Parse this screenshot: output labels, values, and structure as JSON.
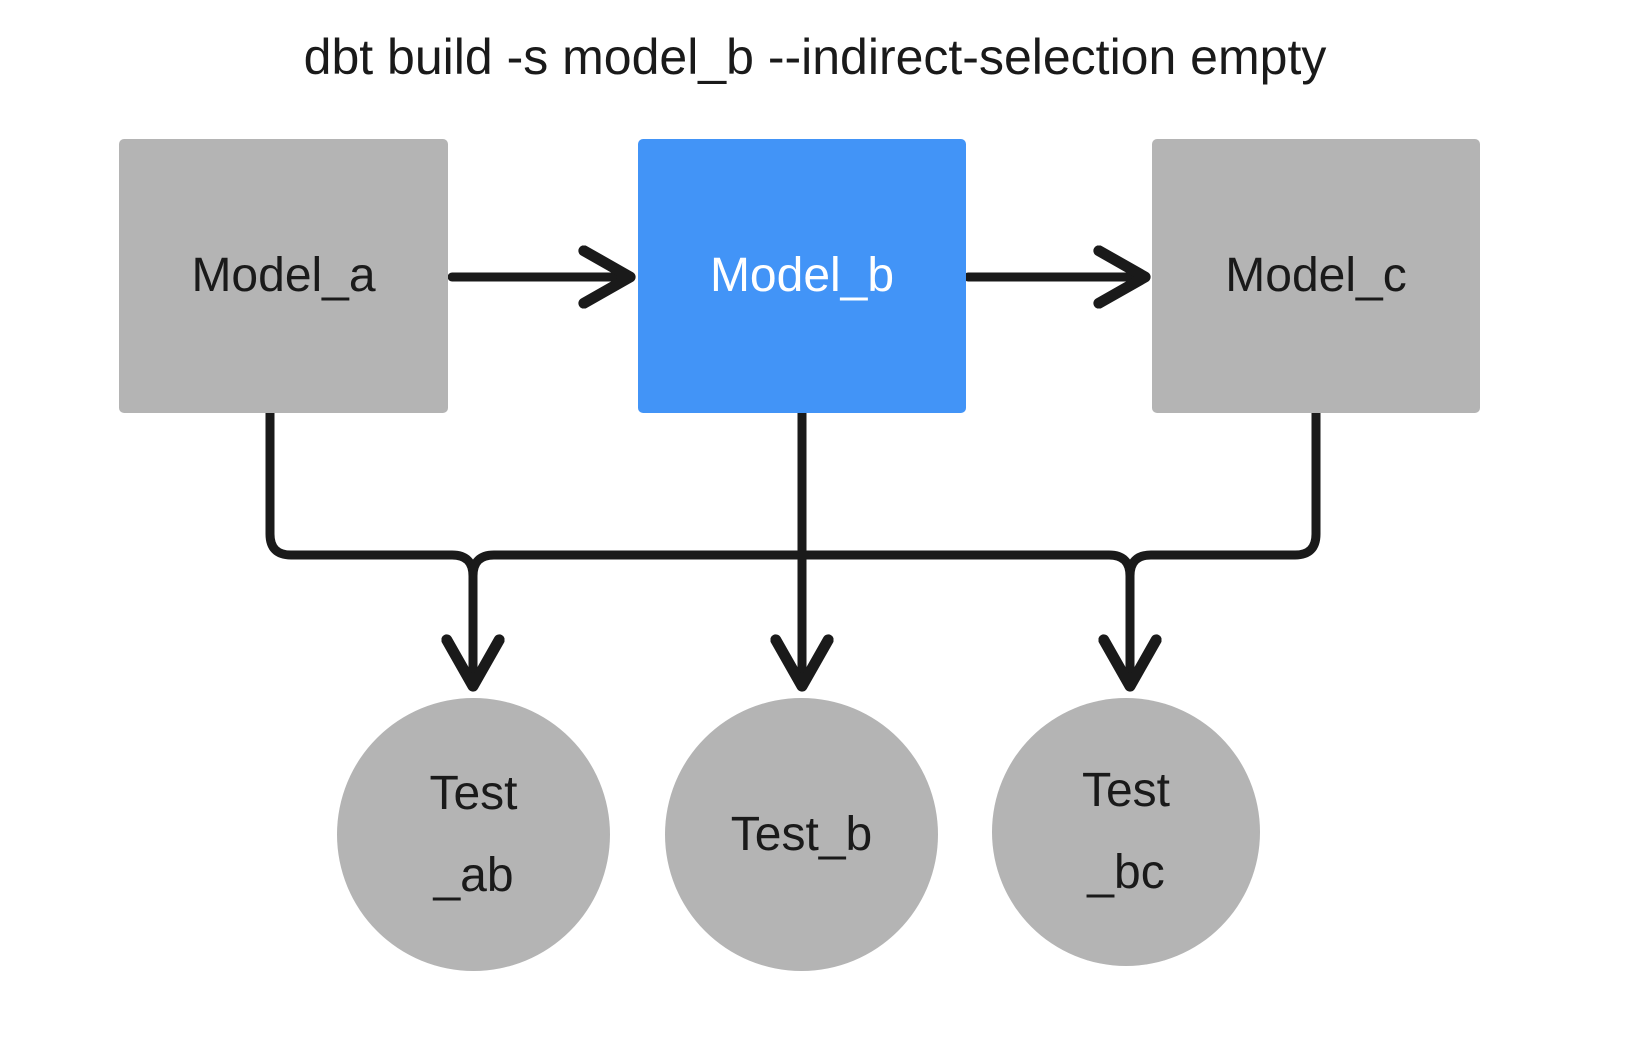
{
  "title": "dbt build -s model_b --indirect-selection empty",
  "colors": {
    "selected": "#4294f7",
    "unselected": "#b4b4b4",
    "edge": "#1a1a1a",
    "text_dark": "#1a1a1a",
    "text_light": "#ffffff",
    "background": "#ffffff"
  },
  "nodes": {
    "model_a": {
      "label": "Model_a",
      "type": "model",
      "state": "unselected"
    },
    "model_b": {
      "label": "Model_b",
      "type": "model",
      "state": "selected"
    },
    "model_c": {
      "label": "Model_c",
      "type": "model",
      "state": "unselected"
    },
    "test_ab": {
      "label": "Test\n_ab",
      "type": "test",
      "state": "unselected"
    },
    "test_b": {
      "label": "Test_b",
      "type": "test",
      "state": "unselected"
    },
    "test_bc": {
      "label": "Test\n_bc",
      "type": "test",
      "state": "unselected"
    }
  },
  "edges": [
    {
      "from": "model_a",
      "to": "model_b",
      "kind": "model-to-model"
    },
    {
      "from": "model_b",
      "to": "model_c",
      "kind": "model-to-model"
    },
    {
      "from": "model_a",
      "to": "test_ab",
      "kind": "model-to-test"
    },
    {
      "from": "model_b",
      "to": "test_ab",
      "kind": "model-to-test"
    },
    {
      "from": "model_b",
      "to": "test_b",
      "kind": "model-to-test"
    },
    {
      "from": "model_b",
      "to": "test_bc",
      "kind": "model-to-test"
    },
    {
      "from": "model_c",
      "to": "test_bc",
      "kind": "model-to-test"
    }
  ]
}
